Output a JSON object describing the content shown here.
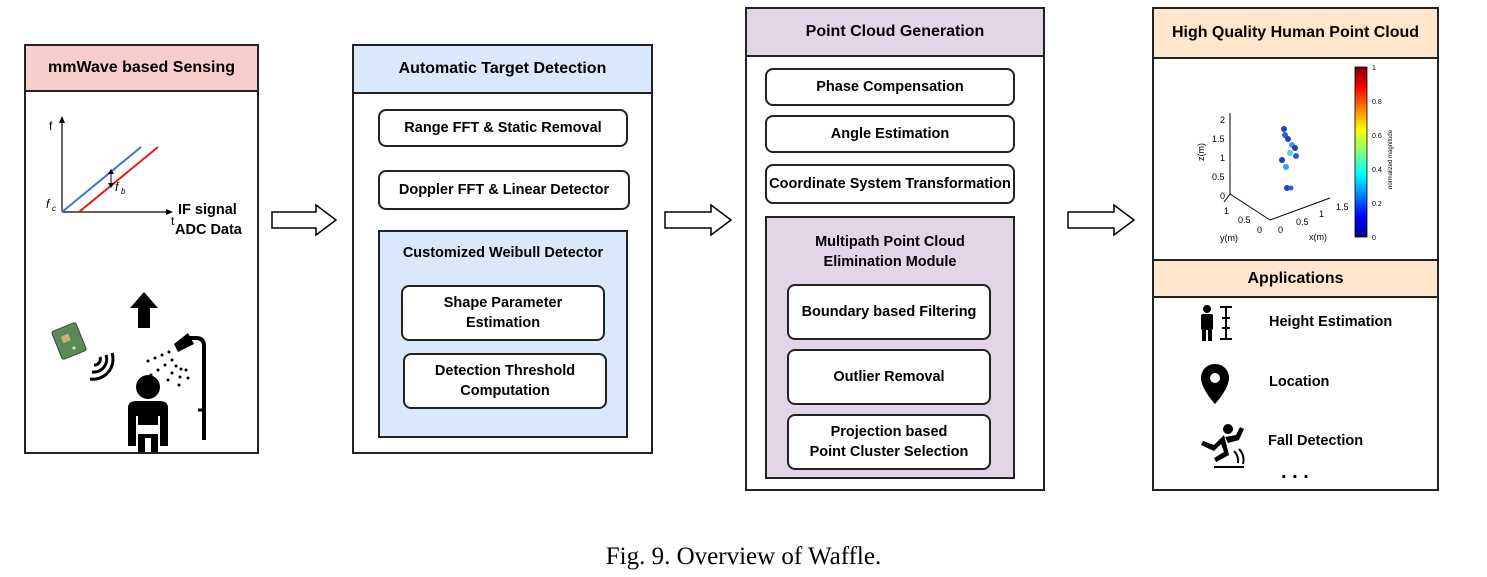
{
  "panels": {
    "sensing": {
      "header": "mmWave based Sensing",
      "chirp_y_axis": "f",
      "chirp_x_axis": "t",
      "chirp_fc": "f",
      "chirp_fc_sub": "c",
      "chirp_fb": "f",
      "chirp_fb_sub": "b",
      "signal_line1": "IF signal",
      "signal_line2": "ADC Data"
    },
    "detection": {
      "header": "Automatic Target Detection",
      "range_fft": "Range FFT & Static Removal",
      "doppler_fft": "Doppler FFT & Linear Detector",
      "weibull_title": "Customized Weibull Detector",
      "shape_param": "Shape Parameter Estimation",
      "threshold": "Detection Threshold Computation"
    },
    "generation": {
      "header": "Point Cloud Generation",
      "phase": "Phase Compensation",
      "angle": "Angle Estimation",
      "coord": "Coordinate System Transformation",
      "multipath_title": "Multipath Point Cloud Elimination Module",
      "boundary": "Boundary based Filtering",
      "outlier": "Outlier Removal",
      "projection_line1": "Projection based",
      "projection_line2": "Point Cluster Selection"
    },
    "output": {
      "header": "High Quality Human Point Cloud",
      "z_axis": "z(m)",
      "y_axis": "y(m)",
      "x_axis": "x(m)",
      "z_ticks": [
        "2",
        "1.5",
        "1",
        "0.5",
        "0"
      ],
      "y_ticks": [
        "1",
        "0.5",
        "0"
      ],
      "x_ticks": [
        "0",
        "0.5",
        "1",
        "1.5"
      ],
      "colorbar_label": "normalized magnitude",
      "colorbar_ticks": [
        "1",
        "0.8",
        "0.6",
        "0.4",
        "0.2",
        "0"
      ],
      "applications_header": "Applications",
      "app_height": "Height Estimation",
      "app_location": "Location",
      "app_fall": "Fall Detection",
      "app_more": ". . ."
    }
  },
  "caption": "Fig. 9.  Overview of Waffle.",
  "colors": {
    "sensing_header": "#f8cecc",
    "detection_header": "#dae8fc",
    "weibull_fill": "#dae8fc",
    "generation_header": "#e1d5e7",
    "multipath_fill": "#e1d5e7",
    "output_header": "#ffe6cc",
    "applications_header": "#ffe6cc"
  }
}
